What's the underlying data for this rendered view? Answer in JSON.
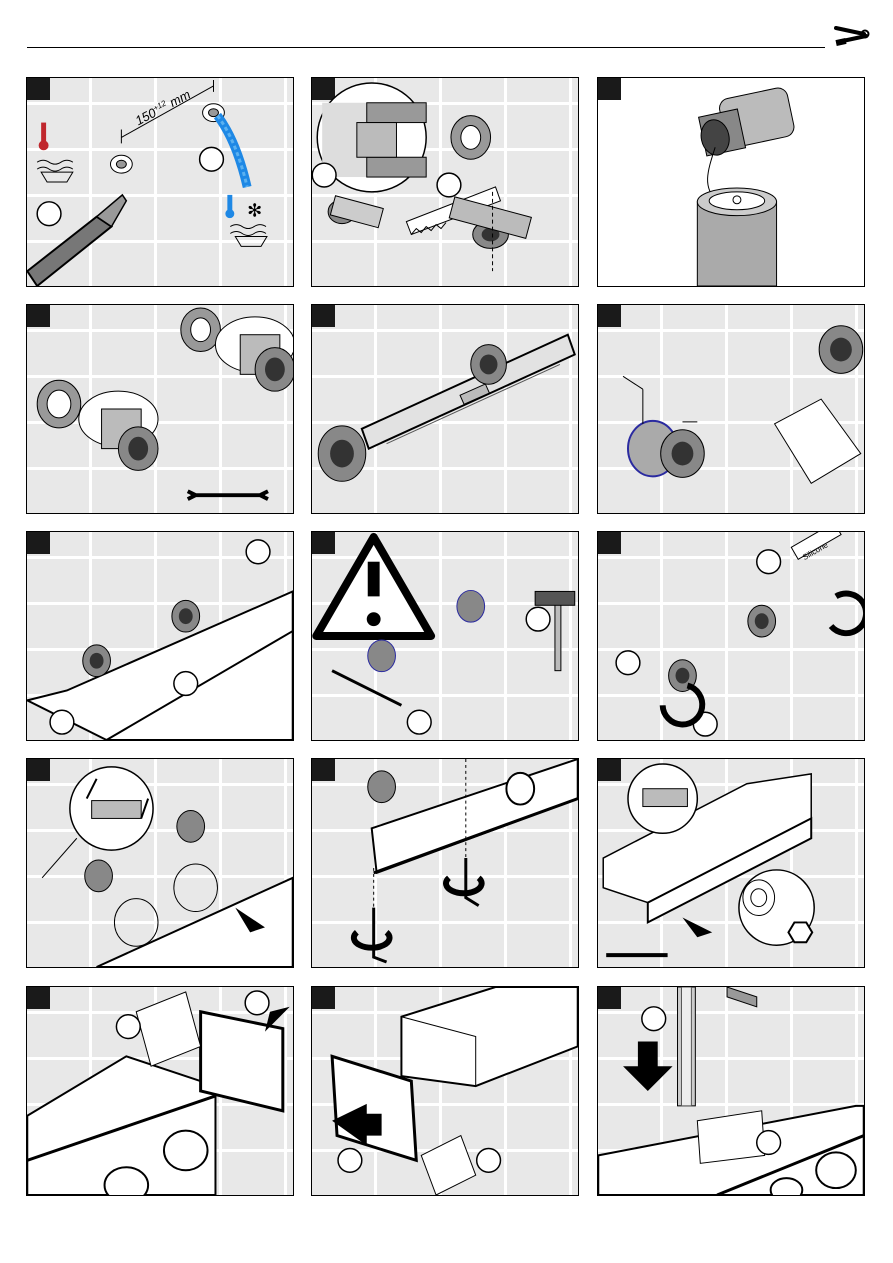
{
  "header": {
    "tools_icon": "wrench-screwdriver-icon"
  },
  "panels": [
    {
      "id": "step-1",
      "dimension": "150",
      "tolerance": "+12",
      "unit": "mm"
    },
    {
      "id": "step-2"
    },
    {
      "id": "step-3"
    },
    {
      "id": "step-4"
    },
    {
      "id": "step-5"
    },
    {
      "id": "step-6"
    },
    {
      "id": "step-7"
    },
    {
      "id": "step-8"
    },
    {
      "id": "step-9",
      "tube_label": "Silicone"
    },
    {
      "id": "step-10"
    },
    {
      "id": "step-11"
    },
    {
      "id": "step-12"
    },
    {
      "id": "step-13"
    },
    {
      "id": "step-14"
    },
    {
      "id": "step-15"
    }
  ]
}
